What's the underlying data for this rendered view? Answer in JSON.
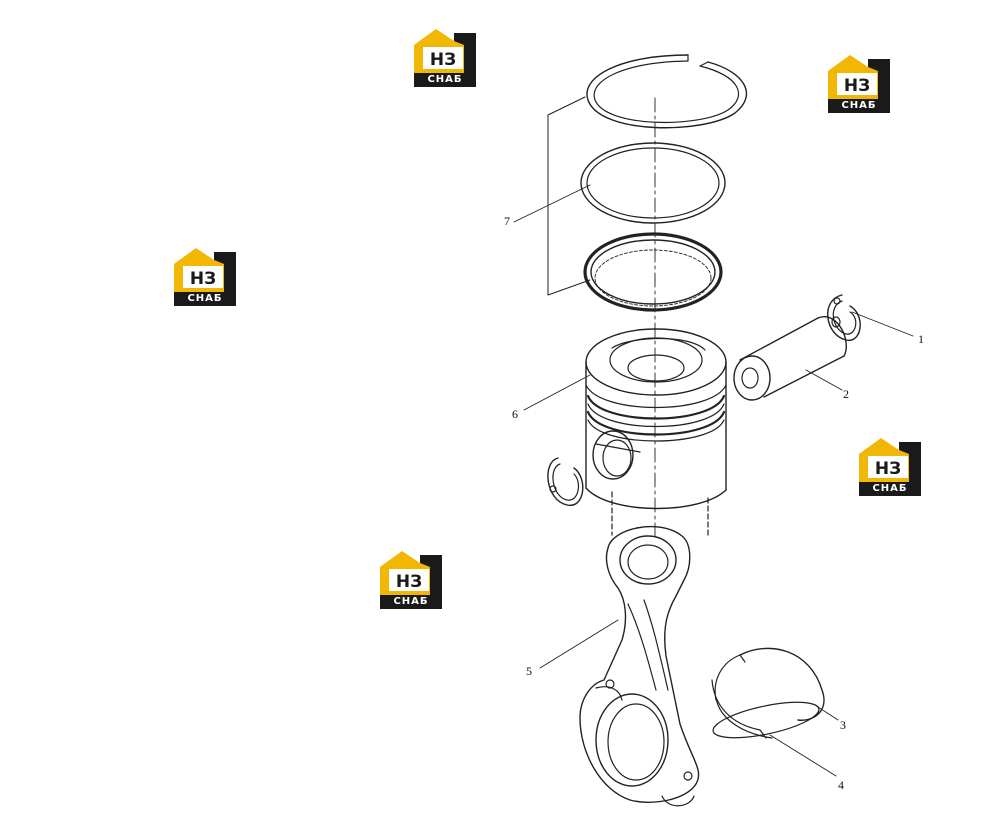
{
  "diagram": {
    "callouts": [
      {
        "id": "1",
        "label": "1"
      },
      {
        "id": "2",
        "label": "2"
      },
      {
        "id": "3",
        "label": "3"
      },
      {
        "id": "4",
        "label": "4"
      },
      {
        "id": "5",
        "label": "5"
      },
      {
        "id": "6",
        "label": "6"
      },
      {
        "id": "7",
        "label": "7"
      }
    ]
  },
  "watermark": {
    "brand_letters": "НЗ",
    "brand_word": "СНАБ",
    "colors": {
      "accent": "#f2b705",
      "dark": "#1a1a1a",
      "line": "#222222"
    }
  }
}
